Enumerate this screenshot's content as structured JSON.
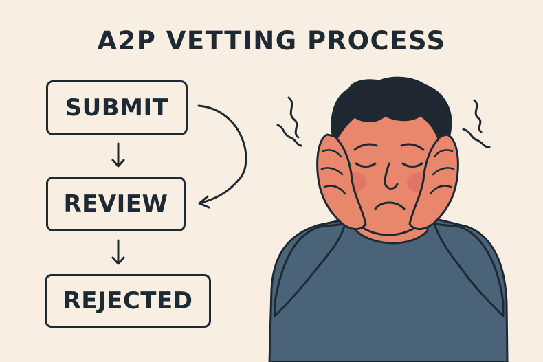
{
  "title": "A2P VETTING PROCESS",
  "steps": [
    {
      "label": "SUBMIT"
    },
    {
      "label": "REVIEW"
    },
    {
      "label": "REJECTED"
    }
  ],
  "colors": {
    "background": "#f8eee2",
    "ink": "#1e2a33",
    "skin": "#e8876b",
    "shirt": "#4a6379",
    "hair": "#1f2730",
    "blush": "#d96a62"
  },
  "illustration": {
    "subject": "stressed-person-holding-head"
  }
}
